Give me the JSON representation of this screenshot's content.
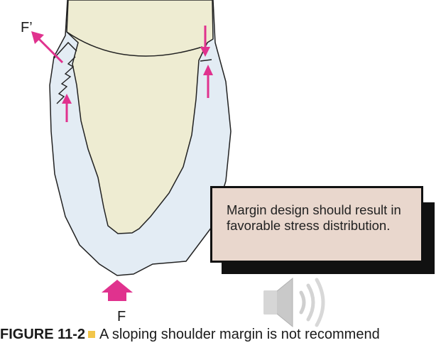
{
  "labels": {
    "force_top": "F’",
    "force_bottom": "F"
  },
  "callout": {
    "text": "Margin design should result in favorable stress distribution."
  },
  "caption": {
    "label": "FIGURE 11-2",
    "text": "A sloping shoulder margin is not recommend"
  },
  "icons": [
    "speaker-icon",
    "square-bullet-icon"
  ],
  "colors": {
    "enamel": "#eeecd2",
    "crown": "#e3ecf4",
    "arrow": "#e0328e",
    "callout_bg": "#e9d7cd",
    "caption_square": "#f2c64a"
  }
}
